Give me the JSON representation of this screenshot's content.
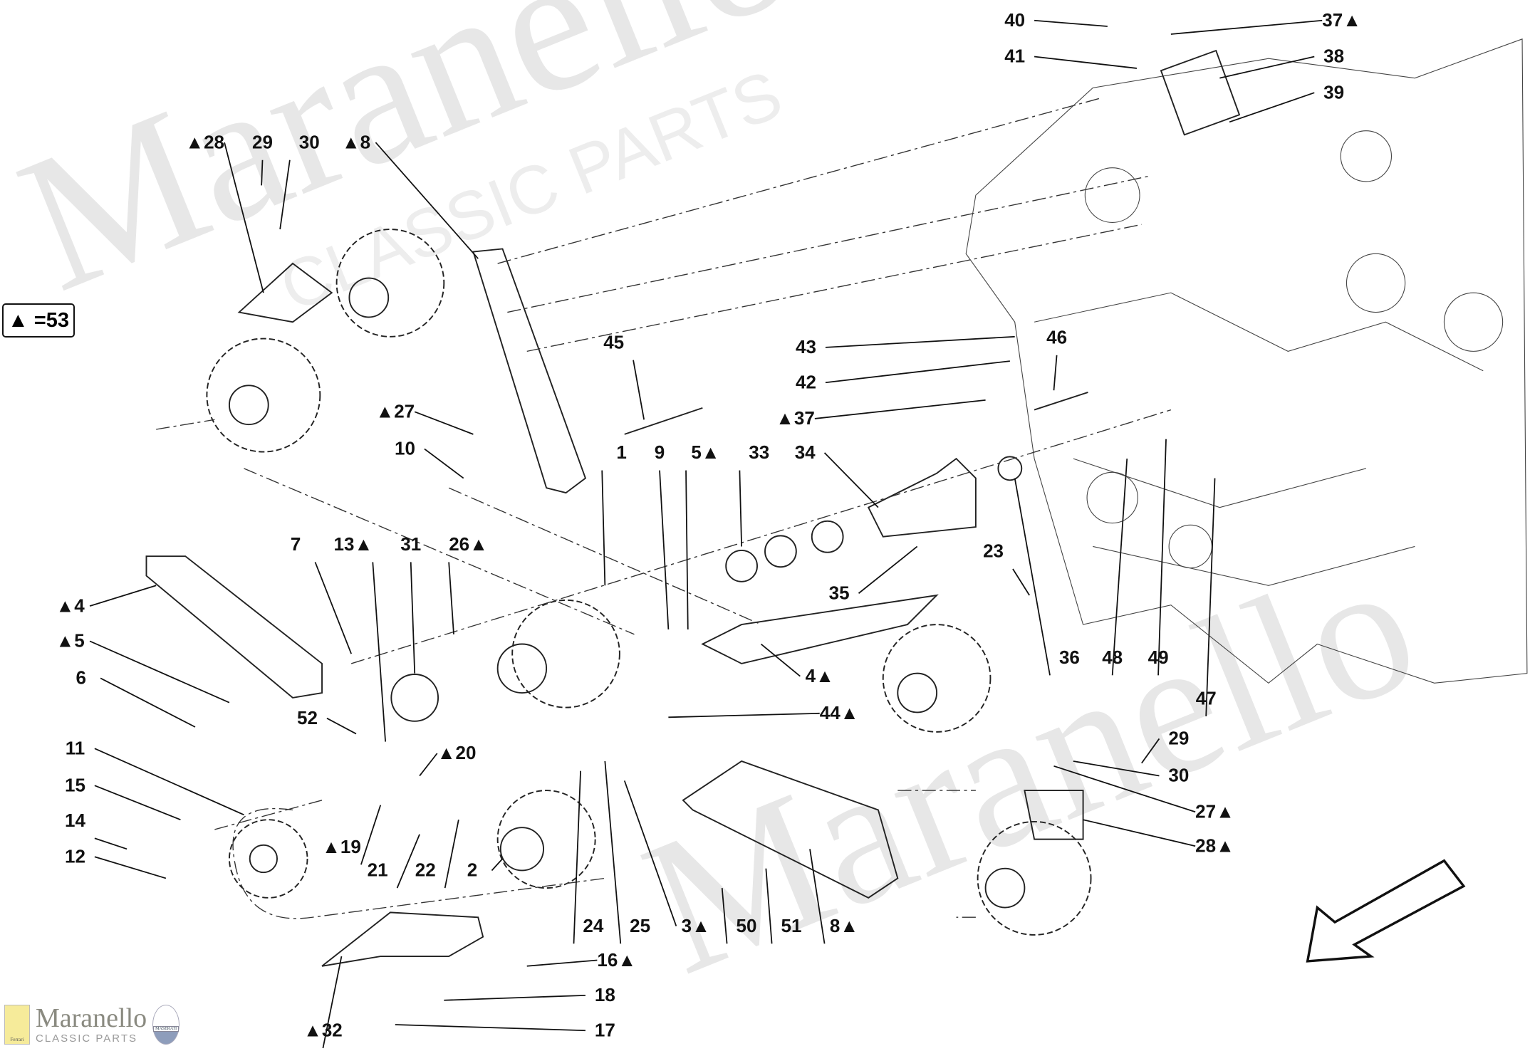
{
  "legend": {
    "text": "▲ =53"
  },
  "watermark": {
    "brand": "Maranello",
    "tagline": "CLASSIC PARTS"
  },
  "brand": {
    "name": "Maranello",
    "sub": "CLASSIC PARTS",
    "ferrari_badge": "Ferrari",
    "maserati_badge": "MASERATI"
  },
  "callouts": [
    "▲28",
    "29",
    "30",
    "▲8",
    "45",
    "43",
    "46",
    "42",
    "▲37",
    "▲27",
    "10",
    "1",
    "9",
    "5▲",
    "33",
    "34",
    "7",
    "13▲",
    "31",
    "26▲",
    "▲4",
    "▲5",
    "6",
    "23",
    "35",
    "36",
    "48",
    "49",
    "47",
    "4▲",
    "44▲",
    "52",
    "▲20",
    "11",
    "15",
    "14",
    "12",
    "▲19",
    "21",
    "22",
    "2",
    "24",
    "25",
    "3▲",
    "50",
    "51",
    "8▲",
    "29",
    "30",
    "27▲",
    "28▲",
    "16▲",
    "18",
    "17",
    "▲32",
    "40",
    "41",
    "37▲",
    "38",
    "39"
  ]
}
